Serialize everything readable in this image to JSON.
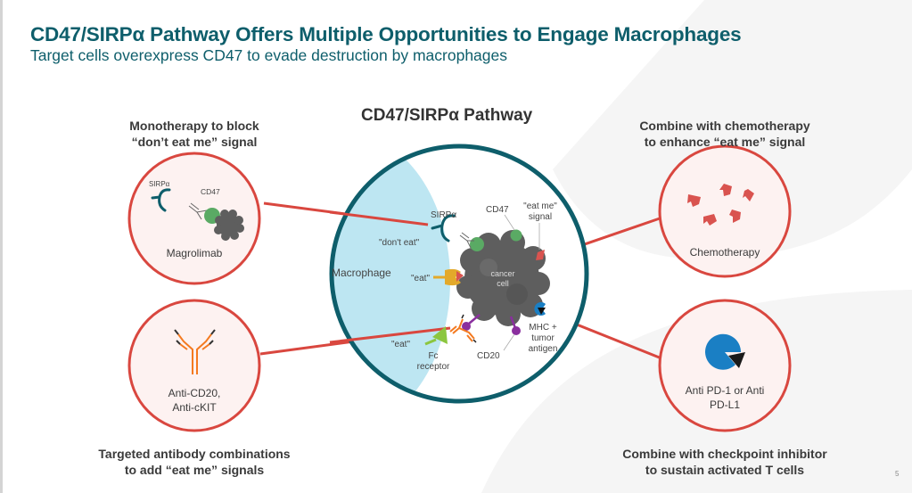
{
  "slide": {
    "title": "CD47/SIRPα Pathway Offers Multiple Opportunities to Engage Macrophages",
    "subtitle": "Target cells overexpress CD47 to evade destruction by macrophages",
    "page_number": "5"
  },
  "colors": {
    "brand_teal": "#0e5e6b",
    "connector_red": "#d9473f",
    "macrophage_blue": "#bde6f2",
    "cd47_green": "#5aaa64",
    "cancer_gray": "#5e5e5e",
    "cd20_purple": "#8a2f9e",
    "eat_yellow": "#e3a92a",
    "fc_green": "#8cc63f",
    "antibody_orange": "#f47a20",
    "mhc_blue": "#1a7fc4"
  },
  "center": {
    "title": "CD47/SIRPα Pathway",
    "labels": {
      "macrophage": "Macrophage",
      "dont_eat": "\"don't eat\"",
      "eat_1": "\"eat\"",
      "eat_2": "\"eat\"",
      "sirpa": "SIRPα",
      "cd47": "CD47",
      "eat_me_line1": "\"eat me\"",
      "eat_me_line2": "signal",
      "cancer_line1": "cancer",
      "cancer_line2": "cell",
      "mhc_line1": "MHC +",
      "mhc_line2": "tumor",
      "mhc_line3": "antigen",
      "cd20": "CD20",
      "fc_line1": "Fc",
      "fc_line2": "receptor"
    }
  },
  "panels": {
    "top_left": {
      "heading_line1": "Monotherapy to block",
      "heading_line2": "“don’t eat me” signal",
      "sirpa_label": "SIRPα",
      "cd47_label": "CD47",
      "caption": "Magrolimab"
    },
    "bottom_left": {
      "caption_line1": "Anti-CD20,",
      "caption_line2": "Anti-cKIT",
      "heading_line1": "Targeted antibody combinations",
      "heading_line2": "to add “eat me” signals"
    },
    "top_right": {
      "heading_line1": "Combine with chemotherapy",
      "heading_line2": "to enhance “eat me” signal",
      "caption": "Chemotherapy"
    },
    "bottom_right": {
      "caption_line1": "Anti PD-1 or Anti",
      "caption_line2": "PD-L1",
      "heading_line1": "Combine with checkpoint inhibitor",
      "heading_line2": "to sustain activated T cells"
    }
  }
}
